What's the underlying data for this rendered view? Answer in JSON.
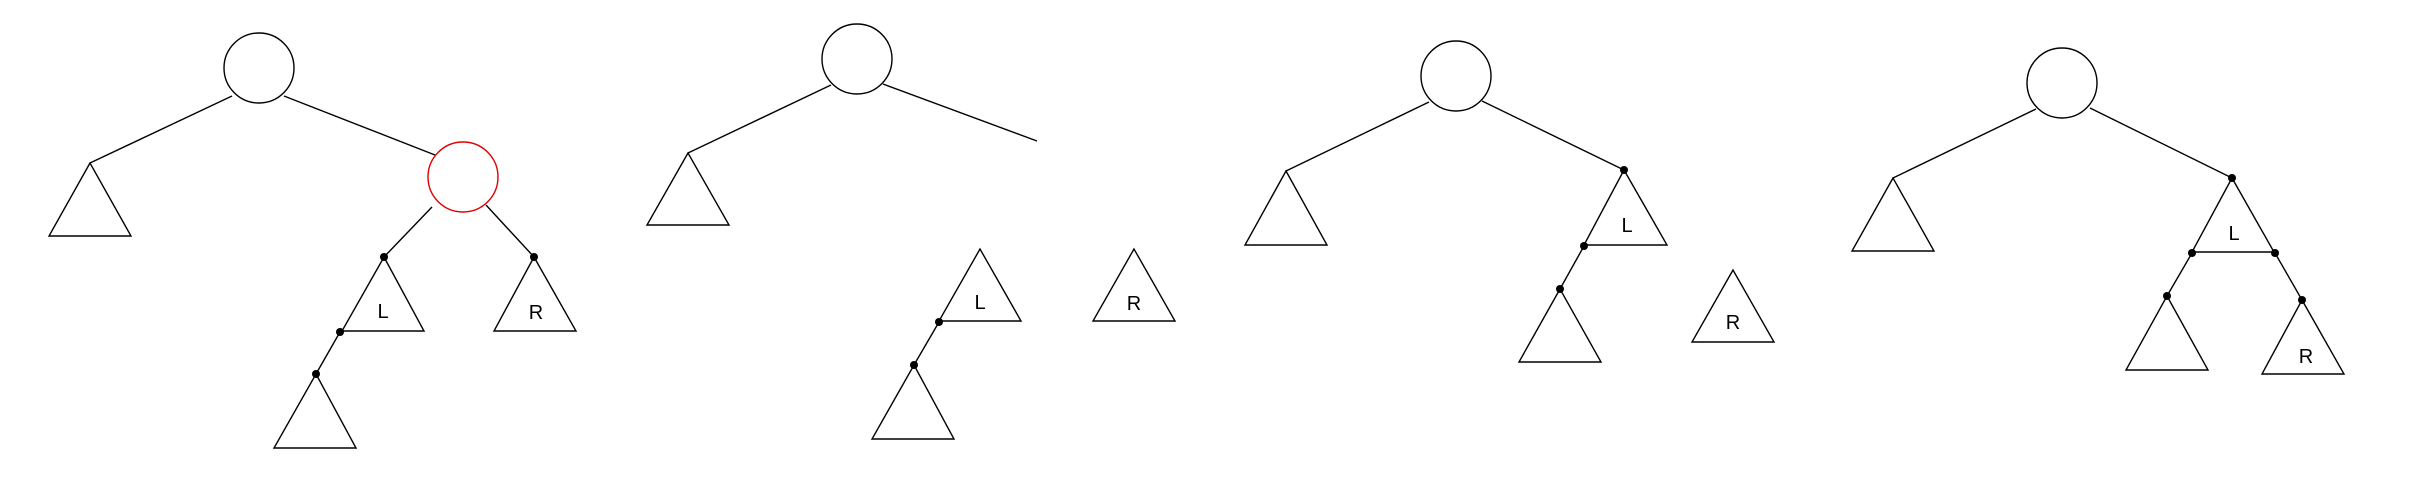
{
  "diagram": {
    "stage1": {
      "left_subtree_label": "L",
      "right_subtree_label": "R"
    },
    "stage2": {
      "left_subtree_label": "L",
      "right_subtree_label": "R"
    },
    "stage3": {
      "left_subtree_label": "L",
      "right_subtree_label": "R"
    },
    "stage4": {
      "left_subtree_label": "L",
      "right_subtree_label": "R"
    },
    "colors": {
      "stroke": "#000000",
      "highlight": "#e00000"
    }
  }
}
